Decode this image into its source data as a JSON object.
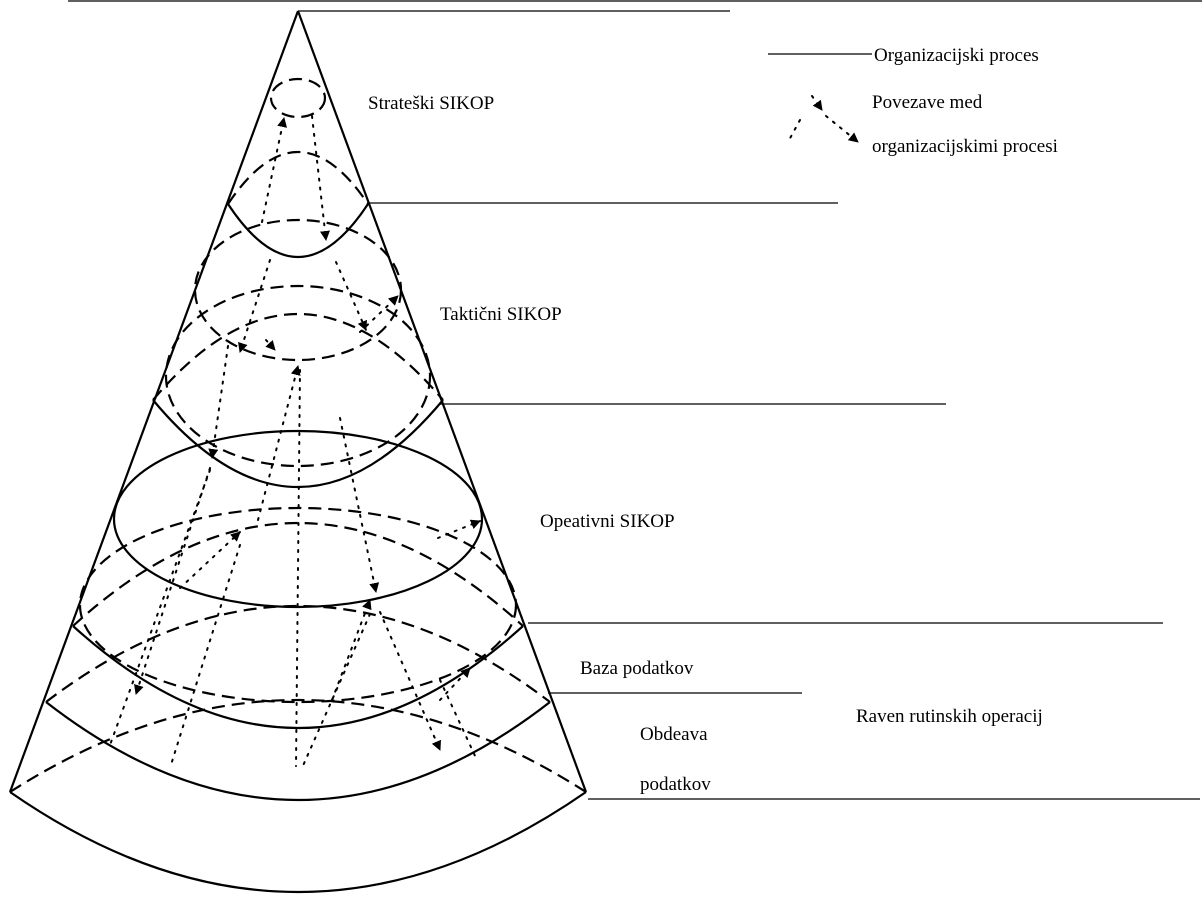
{
  "legend": {
    "solid_line": "Organizacijski proces",
    "dotted_line_1": "Povezave med",
    "dotted_line_2": "organizacijskimi procesi"
  },
  "levels": {
    "strategic": "Strateški SIKOP",
    "tactical": "Taktični SIKOP",
    "operative": "Opeativni SIKOP",
    "database": "Baza podatkov",
    "processing_1": "Obdeava",
    "processing_2": "podatkov",
    "routine": "Raven rutinskih operacij"
  },
  "colors": {
    "line": "#000000",
    "background": "#ffffff"
  }
}
